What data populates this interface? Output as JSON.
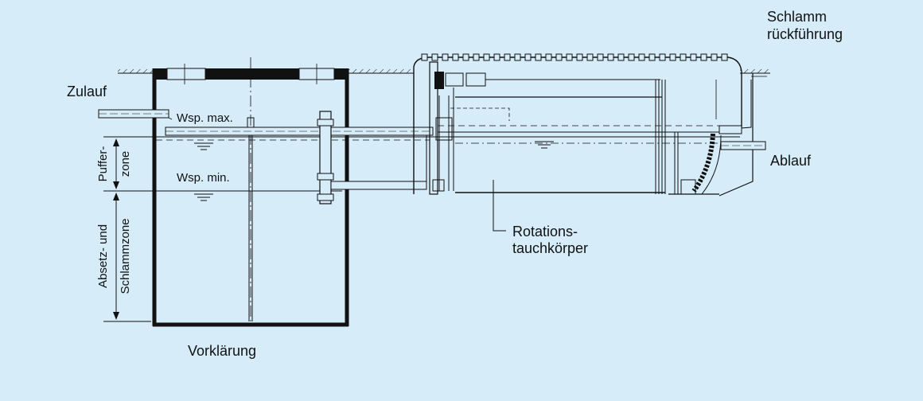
{
  "colors": {
    "background": "#d6ecf8",
    "ink": "#111111"
  },
  "labels": {
    "zulauf": "Zulauf",
    "wsp_max": "Wsp. max.",
    "wsp_min": "Wsp. min.",
    "puffer_line1": "Puffer-",
    "puffer_line2": "zone",
    "absetz_line1": "Absetz- und",
    "absetz_line2": "Schlammzone",
    "vorklaerung": "Vorklärung",
    "rotation_line1": "Rotations-",
    "rotation_line2": "tauchkörper",
    "schlamm_line1": "Schlamm",
    "schlamm_line2": "rückführung",
    "ablauf": "Ablauf"
  }
}
